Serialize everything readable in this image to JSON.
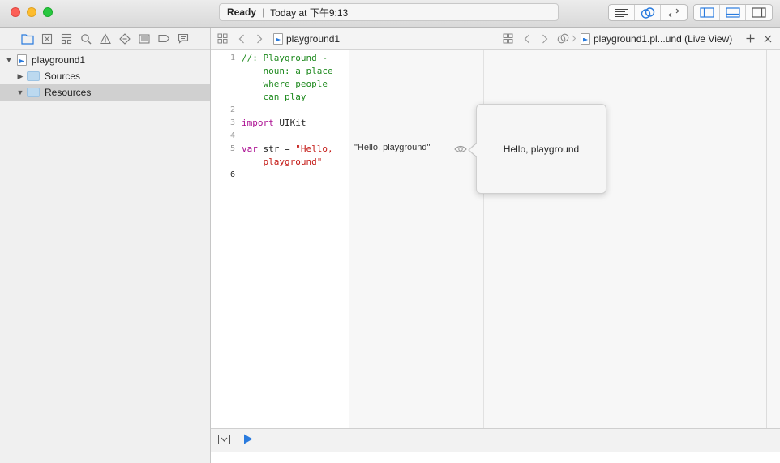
{
  "window": {
    "activity_status": "Ready",
    "activity_separator": "|",
    "activity_time": "Today at 下午9:13"
  },
  "toolbar": {
    "editor_modes": [
      "standard-editor-icon",
      "assistant-editor-icon",
      "version-editor-icon"
    ],
    "view_toggles": [
      "navigator-toggle-icon",
      "debug-area-toggle-icon",
      "utilities-toggle-icon"
    ],
    "accent": "#2a7bde"
  },
  "navigator": {
    "icons": [
      "project-navigator-icon",
      "symbol-navigator-icon",
      "hierarchy-icon",
      "find-icon",
      "issue-icon",
      "test-icon",
      "debug-icon",
      "breakpoint-icon",
      "report-icon"
    ],
    "tree": [
      {
        "label": "playground1",
        "expanded": true
      },
      {
        "label": "Sources",
        "expanded": false
      },
      {
        "label": "Resources",
        "expanded": true,
        "selected": true
      }
    ]
  },
  "editor_left": {
    "file_name": "playground1"
  },
  "editor_right": {
    "file_name": "playground1.pl...und (Live View)"
  },
  "code": {
    "line_numbers": [
      "1",
      "2",
      "3",
      "4",
      "5",
      "6"
    ],
    "lines": [
      "//: Playground -",
      "    noun: a place",
      "    where people",
      "    can play",
      "import",
      "UIKit",
      "var",
      "str = ",
      "\"Hello,",
      "    playground\""
    ]
  },
  "results": {
    "value": "\"Hello, playground\""
  },
  "popover": {
    "text": "Hello, playground"
  }
}
